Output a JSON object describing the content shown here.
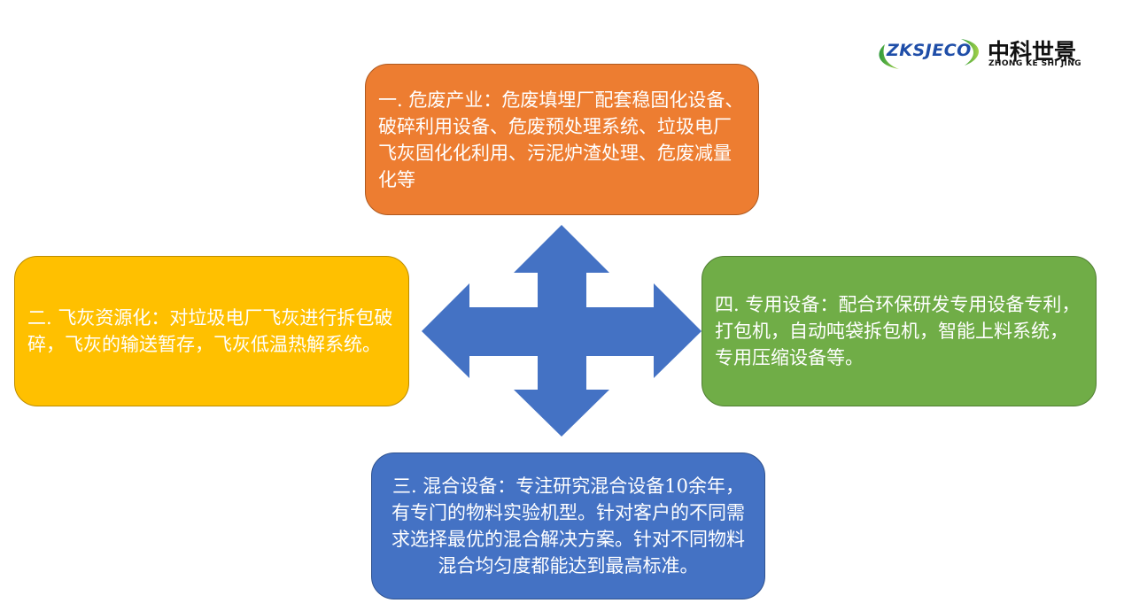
{
  "logo": {
    "en_mark": "ZKSJECO",
    "cn_name": "中科世景",
    "pinyin": "ZHONG KE SHI JING",
    "colors": {
      "swoosh": "#3fae49",
      "en_text": "#1f4ea8",
      "cn_text": "#111111"
    }
  },
  "diagram": {
    "center_shape": "four-way-arrow",
    "arrow_color": "#4472C4",
    "boxes": [
      {
        "id": "top",
        "color": "#ED7D31",
        "text": "一. 危废产业：危废填埋厂配套稳固化设备、破碎利用设备、危废预处理系统、垃圾电厂飞灰固化化利用、污泥炉渣处理、危废减量化等"
      },
      {
        "id": "left",
        "color": "#FFC000",
        "text": "二. 飞灰资源化：对垃圾电厂飞灰进行拆包破碎，飞灰的输送暂存，飞灰低温热解系统。"
      },
      {
        "id": "bottom",
        "color": "#4472C4",
        "text": "三. 混合设备：专注研究混合设备10余年，有专门的物料实验机型。针对客户的不同需求选择最优的混合解决方案。针对不同物料混合均匀度都能达到最高标准。"
      },
      {
        "id": "right",
        "color": "#70AD47",
        "text": "四. 专用设备：配合环保研发专用设备专利，打包机，自动吨袋拆包机，智能上料系统，专用压缩设备等。"
      }
    ]
  }
}
